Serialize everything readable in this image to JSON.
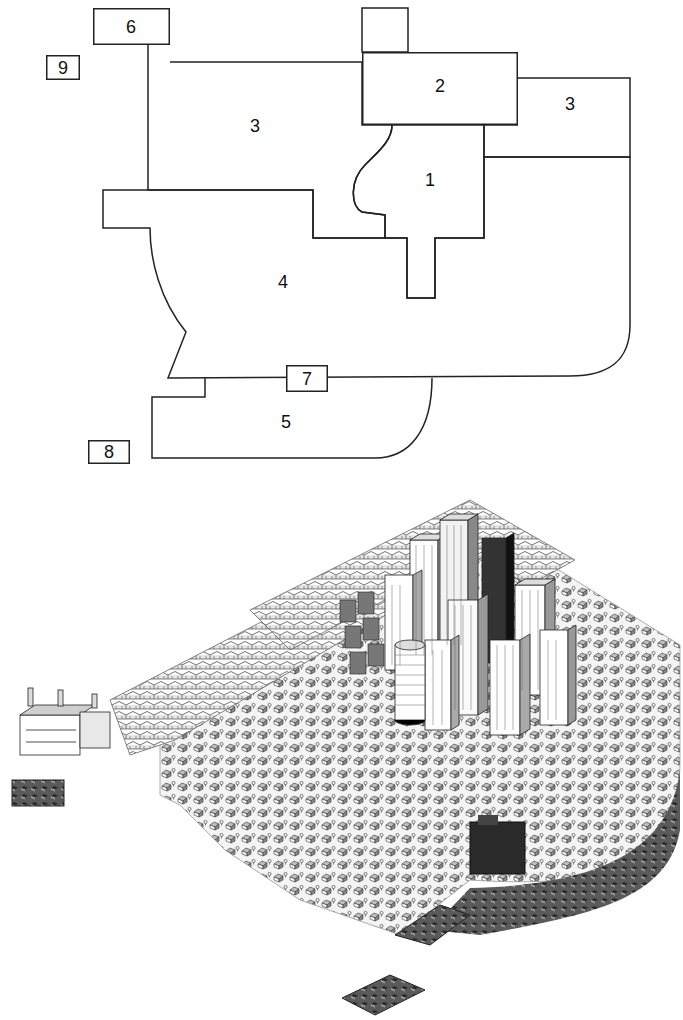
{
  "diagram": {
    "nodes": [
      {
        "text": [
          "6"
        ]
      },
      {
        "text": [
          "9"
        ]
      },
      {
        "text": [
          "2"
        ]
      },
      {
        "text": [
          "3"
        ]
      },
      {
        "text": [
          "3"
        ]
      },
      {
        "text": [
          "1"
        ]
      },
      {
        "text": [
          "4"
        ]
      },
      {
        "text": [
          "7"
        ]
      },
      {
        "text": [
          "5"
        ]
      },
      {
        "text": [
          "8"
        ]
      }
    ]
  }
}
